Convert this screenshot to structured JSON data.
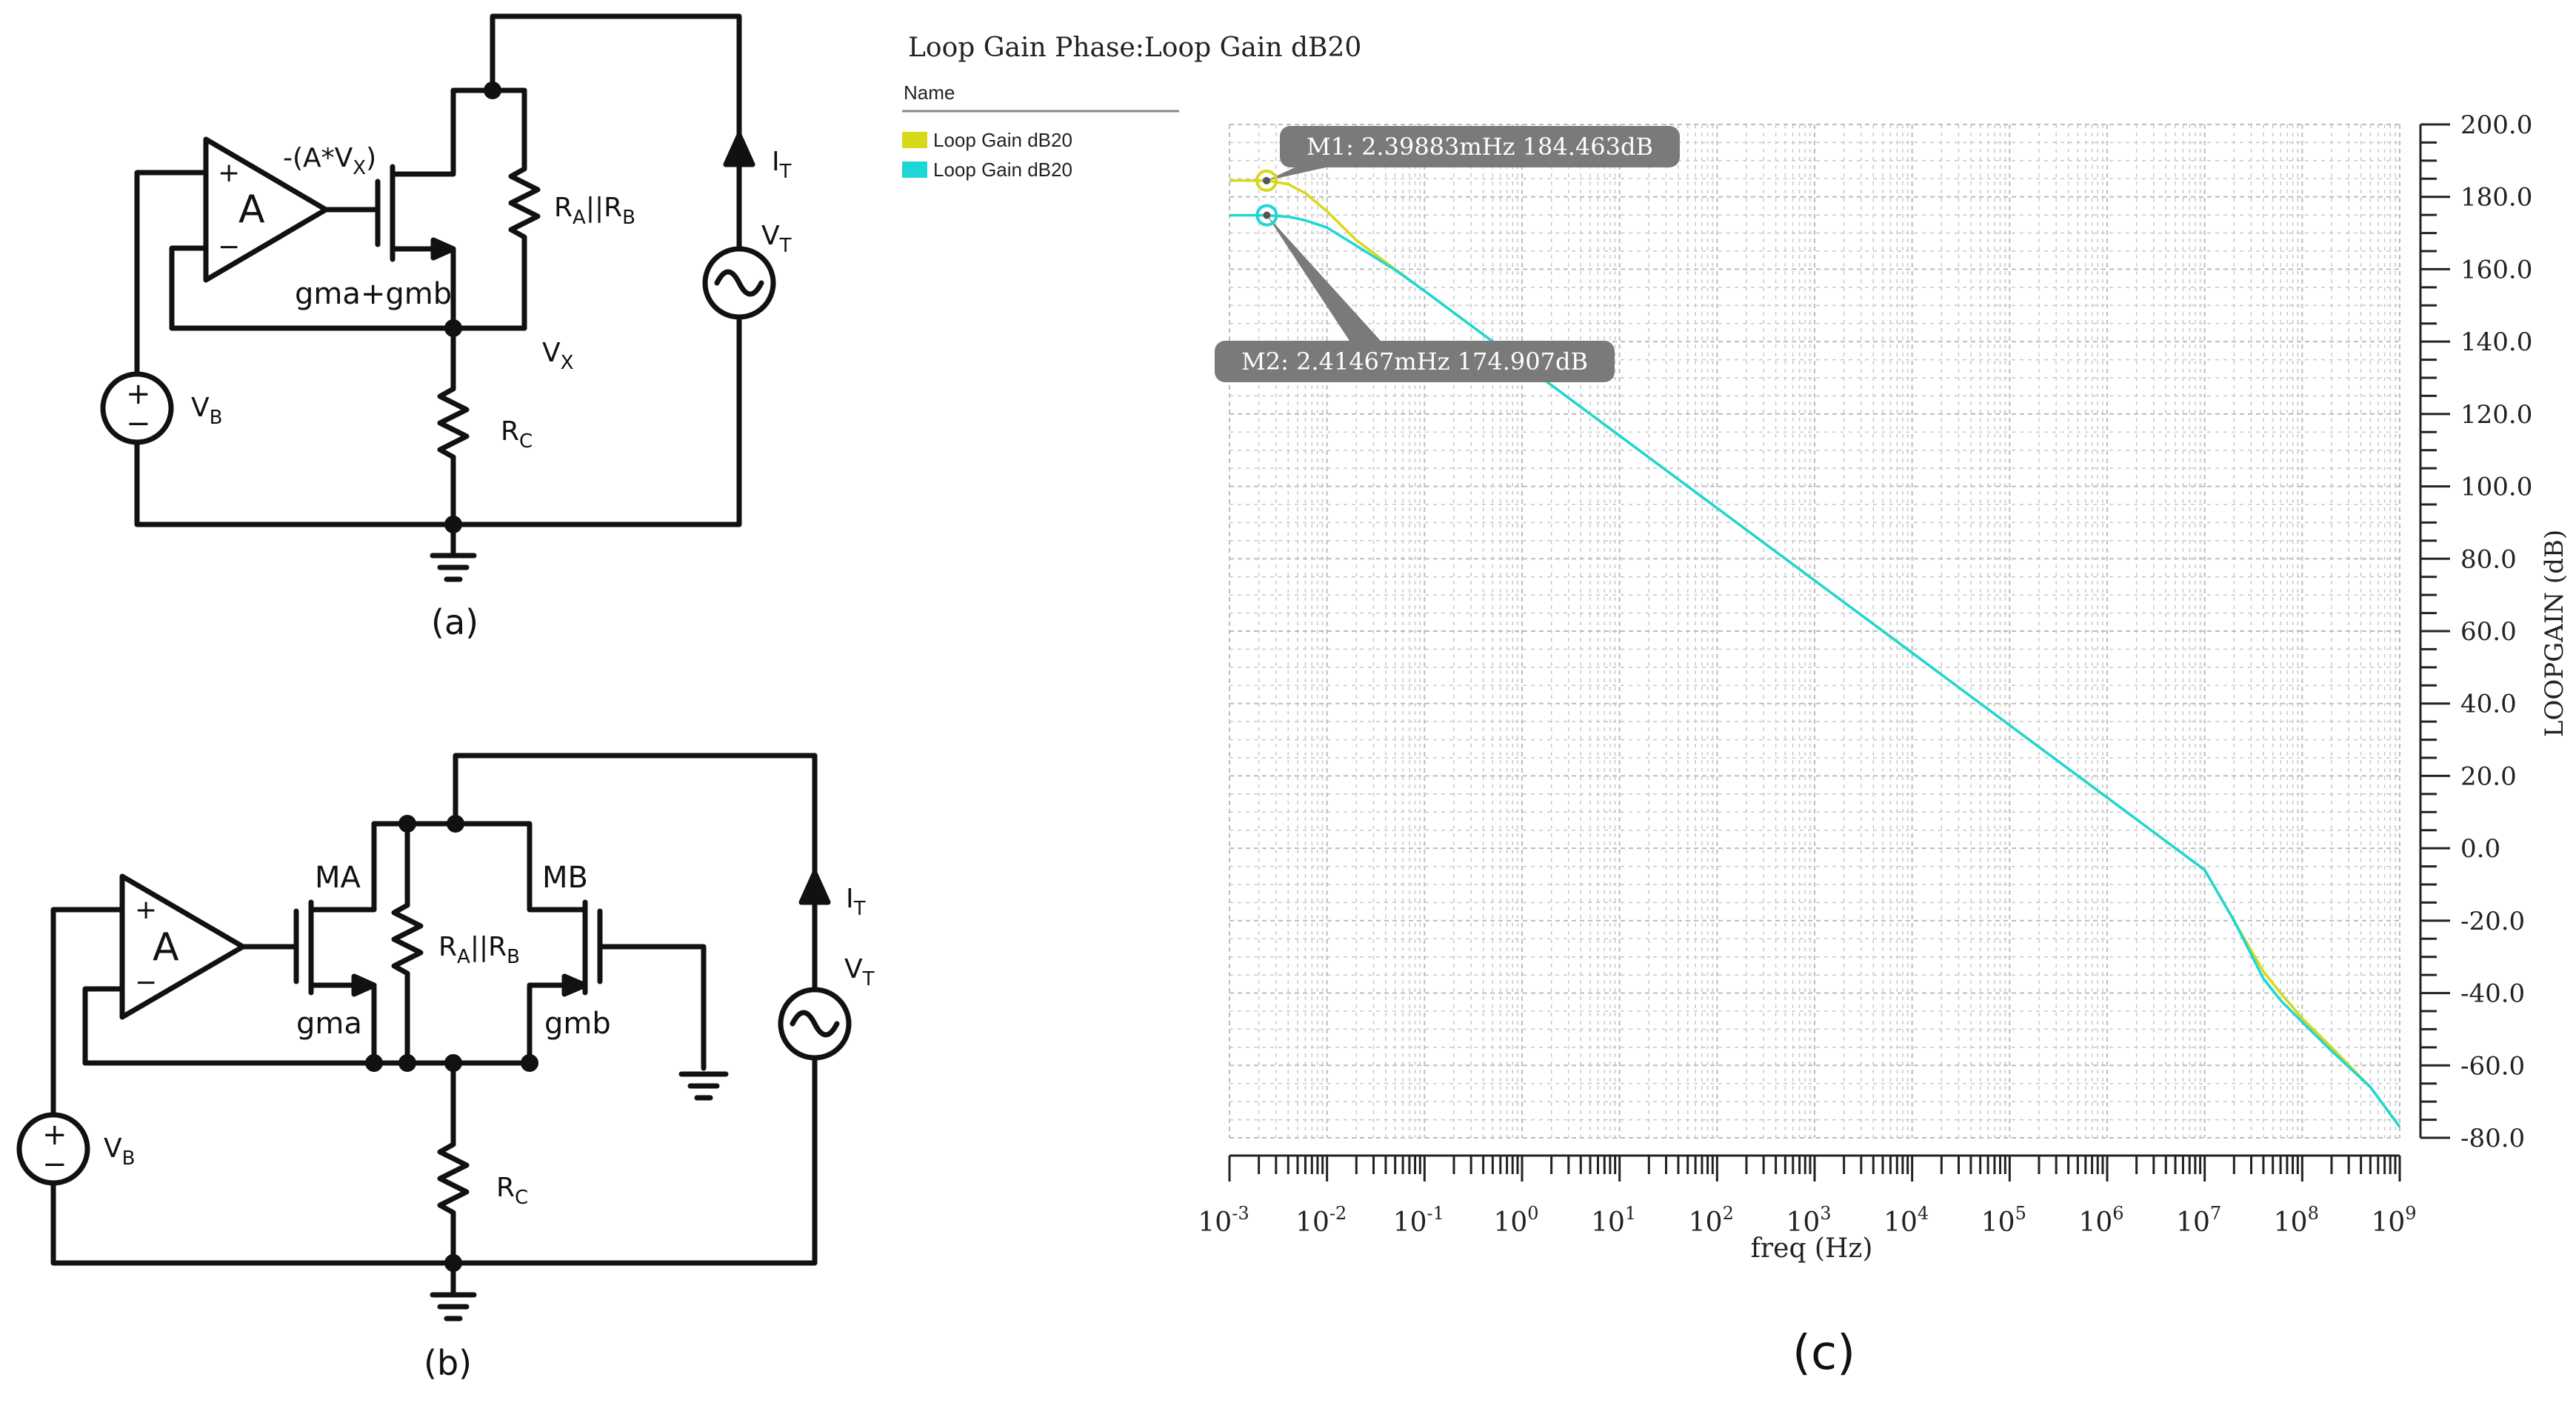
{
  "circuit_a": {
    "opamp": "A",
    "opamp_plus": "+",
    "opamp_minus": "−",
    "gate_label": "-(A*V",
    "gate_sub": "X",
    "gate_close": ")",
    "mosfet_label": "gma+gmb",
    "resistor_top_main": "R",
    "resistor_top_sub1": "A",
    "resistor_top_mid": "||R",
    "resistor_top_sub2": "B",
    "node_label": "V",
    "node_sub": "X",
    "resistor_c_main": "R",
    "resistor_c_sub": "C",
    "source_b_main": "V",
    "source_b_sub": "B",
    "current_main": "I",
    "current_sub": "T",
    "source_t_main": "V",
    "source_t_sub": "T",
    "caption": "(a)"
  },
  "circuit_b": {
    "opamp": "A",
    "opamp_plus": "+",
    "opamp_minus": "−",
    "ma_label": "MA",
    "mb_label": "MB",
    "gma_label": "gma",
    "gmb_label": "gmb",
    "resistor_main": "R",
    "resistor_sub1": "A",
    "resistor_mid": "||R",
    "resistor_sub2": "B",
    "resistor_c_main": "R",
    "resistor_c_sub": "C",
    "source_b_main": "V",
    "source_b_sub": "B",
    "current_main": "I",
    "current_sub": "T",
    "source_t_main": "V",
    "source_t_sub": "T",
    "caption": "(b)"
  },
  "plot": {
    "title": "Loop Gain Phase:Loop Gain dB20",
    "legend_header": "Name",
    "legend": [
      {
        "label": "Loop Gain dB20",
        "color": "#d8d81a"
      },
      {
        "label": "Loop Gain dB20",
        "color": "#1ed6d6"
      }
    ],
    "marker1": "M1: 2.39883mHz 184.463dB",
    "marker2": "M2: 2.41467mHz 174.907dB",
    "caption": "(c)"
  },
  "chart_data": {
    "type": "line",
    "title": "Loop Gain Phase:Loop Gain dB20",
    "xlabel": "freq (Hz)",
    "ylabel": "LOOPGAIN (dB)",
    "xscale": "log",
    "xlim": [
      0.001,
      1000000000
    ],
    "ylim": [
      -80,
      200
    ],
    "grid": true,
    "legend_position": "top-left",
    "x_ticks": [
      {
        "base": "10",
        "exp": "-3"
      },
      {
        "base": "10",
        "exp": "-2"
      },
      {
        "base": "10",
        "exp": "-1"
      },
      {
        "base": "10",
        "exp": "0"
      },
      {
        "base": "10",
        "exp": "1"
      },
      {
        "base": "10",
        "exp": "2"
      },
      {
        "base": "10",
        "exp": "3"
      },
      {
        "base": "10",
        "exp": "4"
      },
      {
        "base": "10",
        "exp": "5"
      },
      {
        "base": "10",
        "exp": "6"
      },
      {
        "base": "10",
        "exp": "7"
      },
      {
        "base": "10",
        "exp": "8"
      },
      {
        "base": "10",
        "exp": "9"
      }
    ],
    "y_ticks": [
      "200.0",
      "180.0",
      "160.0",
      "140.0",
      "120.0",
      "100.0",
      "80.0",
      "60.0",
      "40.0",
      "20.0",
      "0.0",
      "-20.0",
      "-40.0",
      "-60.0",
      "-80.0"
    ],
    "series": [
      {
        "name": "Loop Gain dB20",
        "color": "#d8d81a",
        "x": [
          0.001,
          0.002,
          0.0024,
          0.004,
          0.006,
          0.01,
          0.02,
          0.05,
          0.1,
          1,
          10,
          100,
          1000,
          10000,
          100000,
          1000000,
          10000000,
          20000000,
          40000000,
          60000000,
          100000000,
          200000000,
          500000000,
          1000000000
        ],
        "y": [
          184.5,
          184.5,
          184.5,
          183.5,
          181.0,
          176.0,
          168.0,
          160.0,
          154.0,
          134.0,
          114.0,
          94.0,
          74.0,
          54.0,
          34.0,
          14.0,
          -6.0,
          -20.0,
          -34.0,
          -40.0,
          -47.0,
          -55.0,
          -66.0,
          -77.0
        ]
      },
      {
        "name": "Loop Gain dB20",
        "color": "#1ed6d6",
        "x": [
          0.001,
          0.002,
          0.0024,
          0.004,
          0.006,
          0.01,
          0.02,
          0.05,
          0.1,
          1,
          10,
          100,
          1000,
          10000,
          100000,
          1000000,
          10000000,
          20000000,
          40000000,
          60000000,
          100000000,
          200000000,
          500000000,
          1000000000
        ],
        "y": [
          174.9,
          174.9,
          174.9,
          174.5,
          173.5,
          171.5,
          166.5,
          159.8,
          154.0,
          134.0,
          114.0,
          94.0,
          74.0,
          54.0,
          34.0,
          14.0,
          -6.0,
          -20.0,
          -36.0,
          -42.0,
          -48.0,
          -56.0,
          -66.0,
          -77.0
        ]
      }
    ],
    "markers": [
      {
        "name": "M1",
        "x": 0.00239883,
        "y": 184.463,
        "label": "M1: 2.39883mHz 184.463dB"
      },
      {
        "name": "M2",
        "x": 0.00241467,
        "y": 174.907,
        "label": "M2: 2.41467mHz 174.907dB"
      }
    ]
  }
}
